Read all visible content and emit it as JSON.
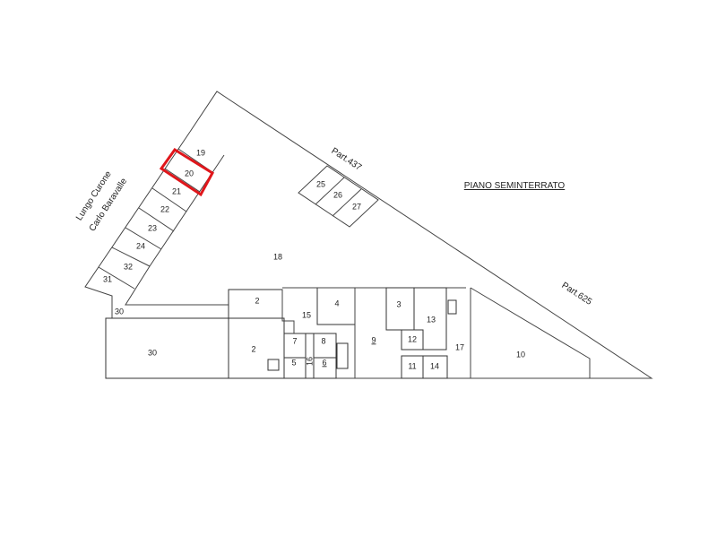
{
  "title": "PIANO SEMINTERRATO",
  "street": {
    "line1": "Lungo Curone",
    "line2": "Carlo Baravalle"
  },
  "parcels": {
    "north": "Part.437",
    "east": "Part.625"
  },
  "highlight_color": "#e0161b",
  "highlighted_unit": "20",
  "units": {
    "u19": "19",
    "u20": "20",
    "u21": "21",
    "u22": "22",
    "u23": "23",
    "u24": "24",
    "u32": "32",
    "u31": "31",
    "u30a": "30",
    "u30b": "30",
    "u18": "18",
    "u25": "25",
    "u26": "26",
    "u27": "27",
    "u2a": "2",
    "u2b": "2",
    "u15": "15",
    "u4": "4",
    "u7": "7",
    "u8": "8",
    "u5": "5",
    "u16": "16",
    "u6": "6",
    "u9": "9",
    "u3": "3",
    "u13": "13",
    "u12": "12",
    "u11": "11",
    "u14": "14",
    "u17": "17",
    "u10": "10"
  }
}
